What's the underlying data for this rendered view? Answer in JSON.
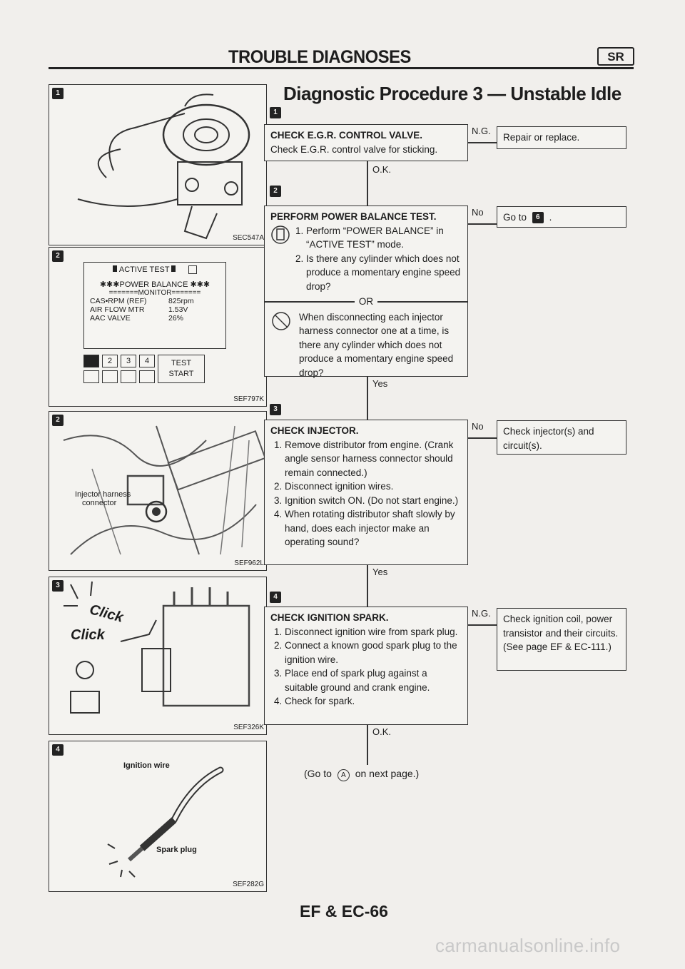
{
  "header": {
    "title": "TROUBLE DIAGNOSES",
    "badge": "SR"
  },
  "procedure": {
    "title": "Diagnostic Procedure 3 — Unstable Idle"
  },
  "figures": [
    {
      "tag": "1",
      "code": "SEC547A"
    },
    {
      "tag": "2",
      "code": "SEF797K",
      "monitor": {
        "header": "ACTIVE TEST",
        "title": "✱✱✱POWER BALANCE ✱✱✱",
        "subtitle": "=======MONITOR=======",
        "rows": [
          {
            "label": "CAS•RPM (REF)",
            "value": "825rpm"
          },
          {
            "label": "AIR FLOW MTR",
            "value": "1.53V"
          },
          {
            "label": "AAC VALVE",
            "value": "26%"
          }
        ],
        "keys": [
          "",
          "2",
          "3",
          "4"
        ],
        "test_label_1": "TEST",
        "test_label_2": "START"
      }
    },
    {
      "tag": "2",
      "code": "SEF962L",
      "label_1": "Injector harness",
      "label_2": "connector"
    },
    {
      "tag": "3",
      "code": "SEF326K",
      "click_1": "Click",
      "click_2": "Click"
    },
    {
      "tag": "4",
      "code": "SEF282G",
      "label_wire": "Ignition wire",
      "label_plug": "Spark plug"
    }
  ],
  "steps": [
    {
      "tag": "1",
      "heading": "CHECK E.G.R. CONTROL VALVE.",
      "body": "Check E.G.R. control valve for sticking.",
      "side_label": "N.G.",
      "result": "Repair or replace.",
      "next_label": "O.K."
    },
    {
      "tag": "2",
      "heading": "PERFORM POWER BALANCE TEST.",
      "items": [
        "Perform “POWER BALANCE” in “ACTIVE TEST” mode.",
        "Is there any cylinder which does not produce a momentary engine speed drop?"
      ],
      "or_label": "OR",
      "alt": "When disconnecting each injector harness connector one at a time, is there any cylinder which does not produce a momentary engine speed drop?",
      "side_label": "No",
      "result_pre": "Go to",
      "result_tag": "6",
      "result_post": ".",
      "next_label": "Yes"
    },
    {
      "tag": "3",
      "heading": "CHECK INJECTOR.",
      "items": [
        "Remove distributor from engine. (Crank angle sensor harness connector should remain connected.)",
        "Disconnect ignition wires.",
        "Ignition switch ON. (Do not start engine.)",
        "When rotating distributor shaft slowly by hand, does each injector make an operating sound?"
      ],
      "side_label": "No",
      "result": "Check injector(s) and circuit(s).",
      "next_label": "Yes"
    },
    {
      "tag": "4",
      "heading": "CHECK IGNITION SPARK.",
      "items": [
        "Disconnect ignition wire from spark plug.",
        "Connect a known good spark plug to the ignition wire.",
        "Place end of spark plug against a suitable ground and crank engine.",
        "Check for spark."
      ],
      "side_label": "N.G.",
      "result": "Check ignition coil, power transistor and their circuits. (See page EF & EC-111.)",
      "next_label": "O.K."
    }
  ],
  "goto_next": {
    "pre": "(Go to",
    "circle": "A",
    "post": "on next page.)"
  },
  "footer": {
    "page": "EF & EC-66"
  },
  "watermark": "carmanualsonline.info"
}
